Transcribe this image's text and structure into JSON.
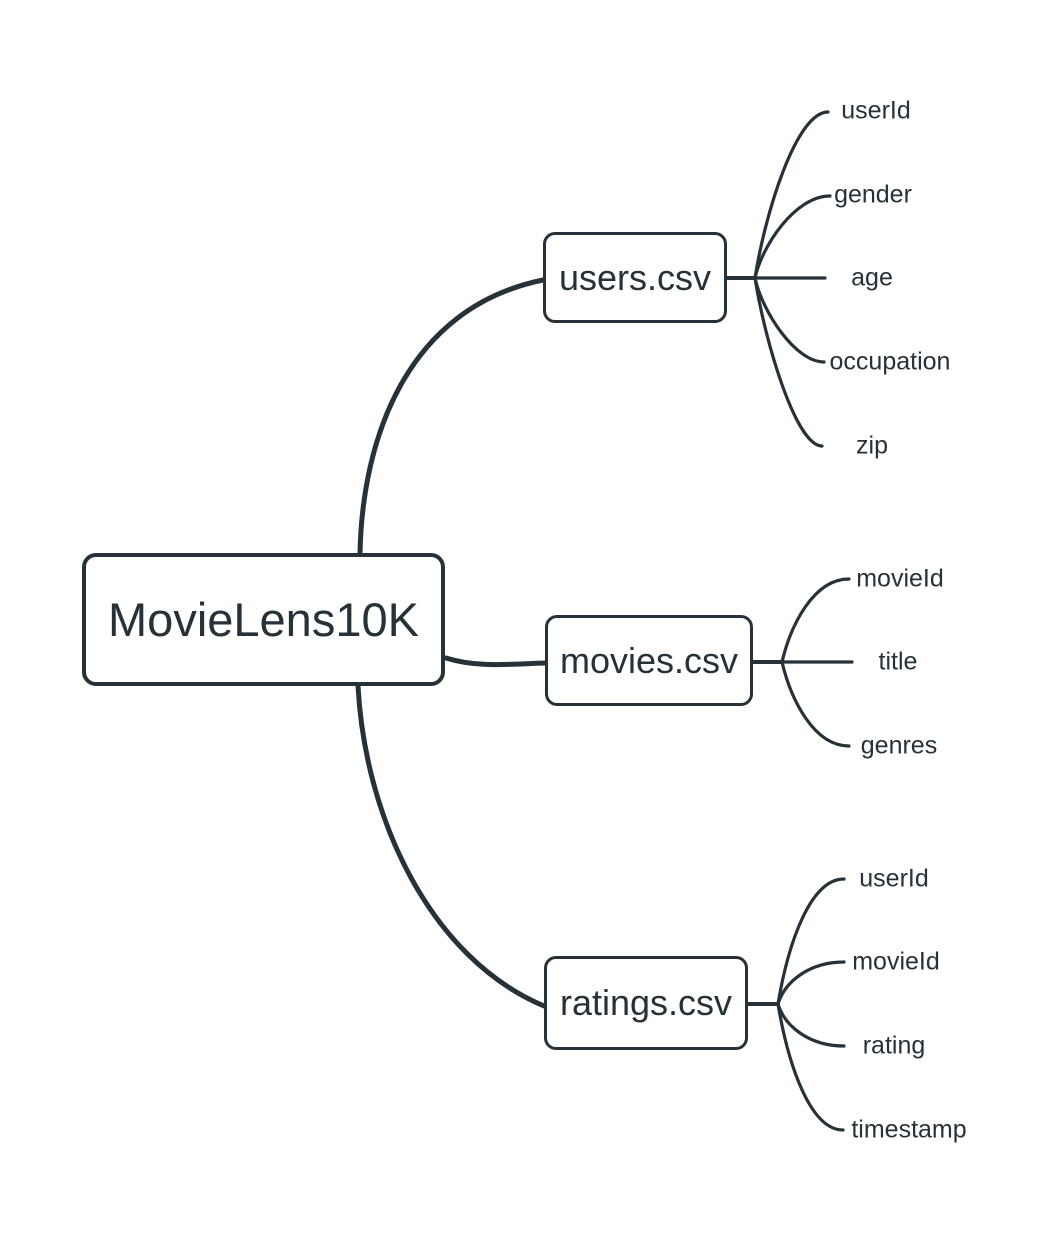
{
  "diagram": {
    "type": "mindmap",
    "root": {
      "label": "MovieLens10K"
    },
    "branches": [
      {
        "label": "users.csv",
        "children": [
          "userId",
          "gender",
          "age",
          "occupation",
          "zip"
        ]
      },
      {
        "label": "movies.csv",
        "children": [
          "movieId",
          "title",
          "genres"
        ]
      },
      {
        "label": "ratings.csv",
        "children": [
          "userId",
          "movieId",
          "rating",
          "timestamp"
        ]
      }
    ],
    "colors": {
      "stroke": "#263238",
      "text": "#263238",
      "node_fill": "#ffffff",
      "background": "#ffffff"
    }
  }
}
